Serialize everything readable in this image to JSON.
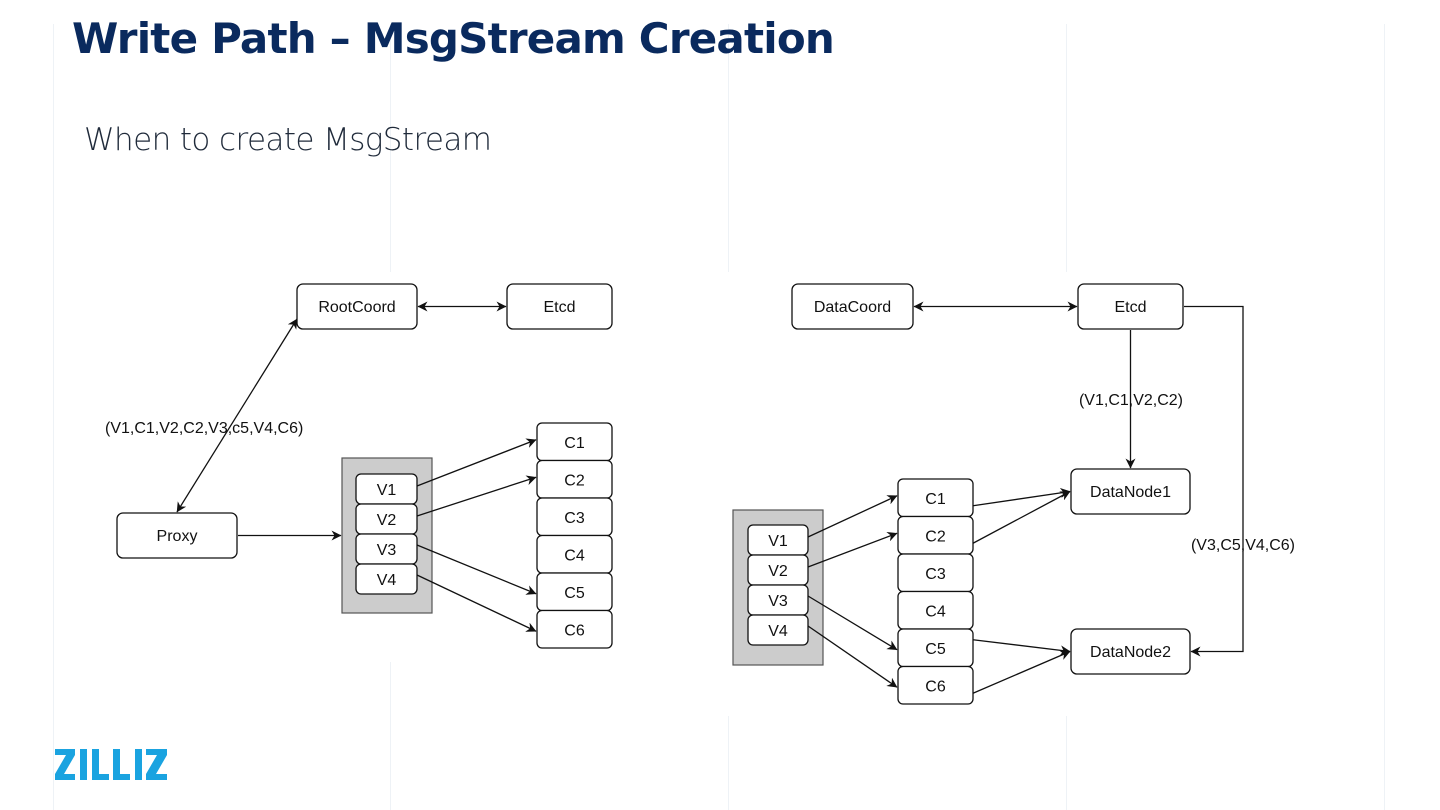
{
  "slide": {
    "title": "Write Path – MsgStream Creation",
    "subtitle": "When to create MsgStream",
    "logo": {
      "text": "ZILLIZ",
      "icon": "zilliz-logo-icon",
      "color": "#1aa3e0"
    },
    "title_color": "#0a2a5e"
  },
  "left_diagram": {
    "nodes": {
      "root_coord": "RootCoord",
      "etcd": "Etcd",
      "proxy": "Proxy"
    },
    "edge_label": "(V1,C1,V2,C2,V3,c5,V4,C6)",
    "vchannels": [
      "V1",
      "V2",
      "V3",
      "V4"
    ],
    "channels": [
      "C1",
      "C2",
      "C3",
      "C4",
      "C5",
      "C6"
    ],
    "mapping": [
      [
        "V1",
        "C1"
      ],
      [
        "V2",
        "C2"
      ],
      [
        "V3",
        "C5"
      ],
      [
        "V4",
        "C6"
      ]
    ]
  },
  "right_diagram": {
    "nodes": {
      "data_coord": "DataCoord",
      "etcd": "Etcd",
      "data_node1": "DataNode1",
      "data_node2": "DataNode2"
    },
    "edge_label_node1": "(V1,C1,V2,C2)",
    "edge_label_node2": "(V3,C5,V4,C6)",
    "vchannels": [
      "V1",
      "V2",
      "V3",
      "V4"
    ],
    "channels": [
      "C1",
      "C2",
      "C3",
      "C4",
      "C5",
      "C6"
    ],
    "mapping": [
      [
        "V1",
        "C1"
      ],
      [
        "V2",
        "C2"
      ],
      [
        "V3",
        "C5"
      ],
      [
        "V4",
        "C6"
      ]
    ],
    "node_inputs": [
      [
        "C1",
        "DataNode1"
      ],
      [
        "C2",
        "DataNode1"
      ],
      [
        "C5",
        "DataNode2"
      ],
      [
        "C6",
        "DataNode2"
      ]
    ]
  },
  "colors": {
    "container_fill": "#cccccc",
    "stroke": "#111111"
  }
}
